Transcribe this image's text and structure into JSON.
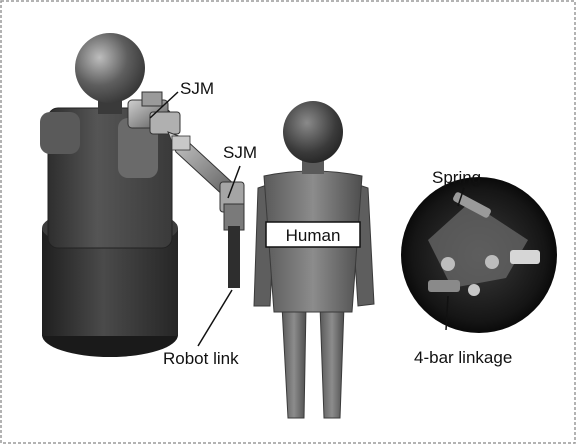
{
  "labels": {
    "sjm_top": "SJM",
    "sjm_mid": "SJM",
    "human": "Human",
    "robot_link": "Robot link",
    "spring": "Spring",
    "four_bar": "4-bar linkage"
  },
  "colors": {
    "frame_border": "#8a8a8a",
    "robot_body": "#4a4a4a",
    "robot_base": "#2f2f2f",
    "human_body": "#6e6e6e",
    "closeup_bg": "#1e1e1e"
  }
}
